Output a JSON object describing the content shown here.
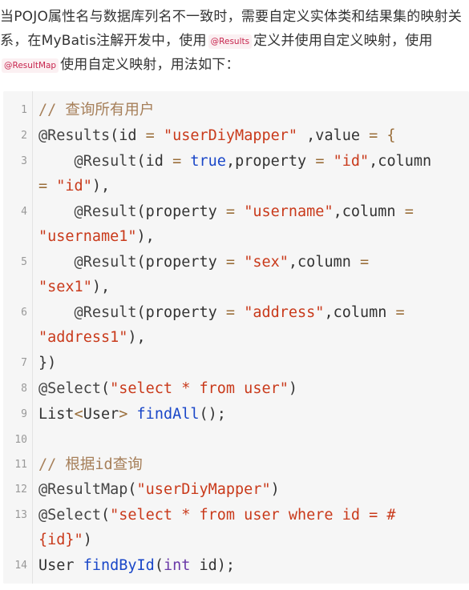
{
  "intro": {
    "text_1": "当POJO属性名与数据库列名不一致时，需要自定义实体类和结果集的映射关系，在MyBatis注解开发中，使用",
    "chip_results": "@Results",
    "text_2": "定义并使用自定义映射，使用",
    "chip_resultmap": "@ResultMap",
    "text_3": "使用自定义映射，用法如下："
  },
  "code": {
    "line_numbers": [
      "1",
      "2",
      "3",
      "4",
      "5",
      "6",
      "7",
      "8",
      "9",
      "10",
      "11",
      "12",
      "13",
      "14"
    ],
    "l1_comment": "// 查询所有用户",
    "l2_anno": "@Results",
    "l2_a": "(id",
    "l2_eq": " = ",
    "l2_str": "\"userDiyMapper\"",
    "l2_b": " ,value",
    "l2_c": " = {",
    "l3_anno": "    @Result",
    "l3_a": "(id",
    "l3_eq": " = ",
    "l3_kw": "true",
    "l3_b": ",property",
    "l3_eq2": " = ",
    "l3_str": "\"id\"",
    "l3_c": ",column",
    "l3w_eq": "= ",
    "l3w_str": "\"id\"",
    "l3w_end": "),",
    "l4_anno": "    @Result",
    "l4_a": "(property",
    "l4_eq": " = ",
    "l4_str": "\"username\"",
    "l4_b": ",column",
    "l4_eq2": " =",
    "l4w_str": "\"username1\"",
    "l4w_end": "),",
    "l5_anno": "    @Result",
    "l5_a": "(property",
    "l5_eq": " = ",
    "l5_str": "\"sex\"",
    "l5_b": ",column",
    "l5_eq2": " =",
    "l5w_str": "\"sex1\"",
    "l5w_end": "),",
    "l6_anno": "    @Result",
    "l6_a": "(property",
    "l6_eq": " = ",
    "l6_str": "\"address\"",
    "l6_b": ",column",
    "l6_eq2": " =",
    "l6w_str": "\"address1\"",
    "l6w_end": "),",
    "l7": "})",
    "l8_anno": "@Select",
    "l8_a": "(",
    "l8_str": "\"select * from user\"",
    "l8_b": ")",
    "l9_a": "List",
    "l9_lt": "<",
    "l9_b": "User",
    "l9_gt": ">",
    "l9_fn": " findAll",
    "l9_c": "();",
    "l11_comment": "// 根据id查询",
    "l12_anno": "@ResultMap",
    "l12_a": "(",
    "l12_str": "\"userDiyMapper\"",
    "l12_b": ")",
    "l13_anno": "@Select",
    "l13_a": "(",
    "l13_str": "\"select * from user where id = #",
    "l13w_str": "{id}\"",
    "l13w_end": ")",
    "l14_a": "User",
    "l14_fn": " findById",
    "l14_b": "(",
    "l14_kw": "int",
    "l14_c": " id);"
  }
}
